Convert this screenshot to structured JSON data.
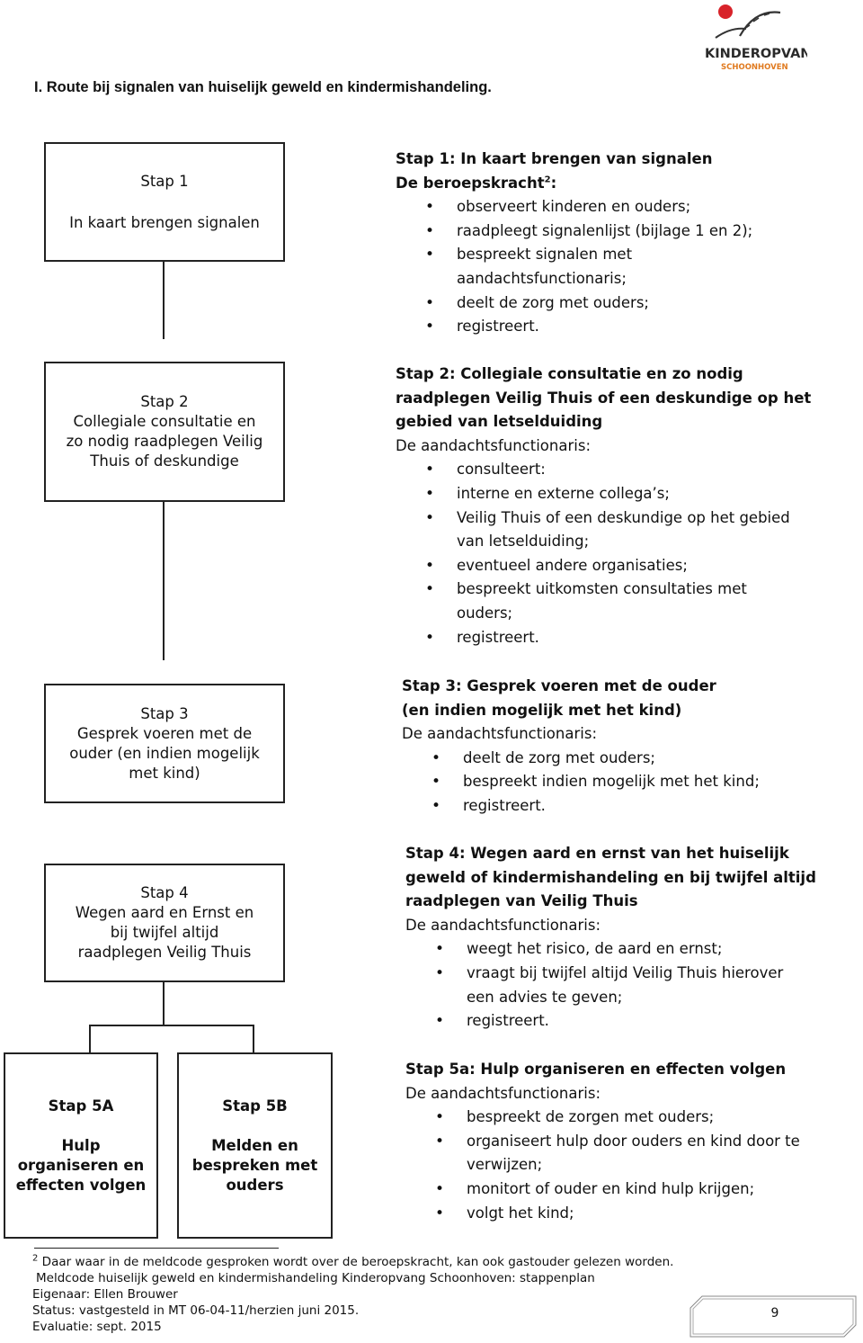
{
  "logo": {
    "name": "KINDEROPVANG",
    "sub": "SCHOONHOVEN"
  },
  "title": "I. Route bij signalen van huiselijk geweld en kindermishandeling.",
  "boxes": {
    "stap1": {
      "label": "Stap 1",
      "text": "In kaart brengen signalen"
    },
    "stap2": {
      "label": "Stap 2",
      "line1": "Collegiale consultatie en",
      "line2": "zo nodig raadplegen Veilig",
      "line3": "Thuis  of deskundige"
    },
    "stap3": {
      "label": "Stap 3",
      "line1": "Gesprek voeren met de",
      "line2": "ouder (en indien mogelijk",
      "line3": "met kind)"
    },
    "stap4": {
      "label": "Stap 4",
      "line1": "Wegen aard en Ernst en",
      "line2": "bij twijfel altijd",
      "line3": "raadplegen Veilig Thuis"
    },
    "stap5a": {
      "label": "Stap 5A",
      "line1": "Hulp",
      "line2": "organiseren en",
      "line3": "effecten volgen"
    },
    "stap5b": {
      "label": "Stap 5B",
      "line1": "Melden en",
      "line2": "bespreken met",
      "line3": "ouders"
    }
  },
  "steps": {
    "s1": {
      "heading": "Stap 1: In kaart brengen van signalen",
      "lead": "De beroepskracht",
      "lead_sup": "2",
      "lead_suffix": ":",
      "items": [
        "observeert kinderen en ouders;",
        "raadpleegt signalenlijst (bijlage 1 en 2);",
        "bespreekt signalen met aandachtsfunctionaris;",
        "deelt de zorg met ouders;",
        "registreert."
      ]
    },
    "s2": {
      "heading1": "Stap 2: Collegiale consultatie en zo nodig",
      "heading2": "raadplegen Veilig Thuis of een deskundige op het",
      "heading3": "gebied van letselduiding",
      "lead": "De aandachtsfunctionaris:",
      "items": [
        "consulteert:",
        "interne en externe collega’s;",
        "Veilig Thuis of een deskundige op het gebied van letselduiding;",
        "eventueel andere organisaties;",
        "bespreekt uitkomsten consultaties met ouders;",
        "registreert."
      ]
    },
    "s3": {
      "heading1": "Stap 3: Gesprek voeren met de ouder",
      "heading2": "(en indien mogelijk met het kind)",
      "lead": "De aandachtsfunctionaris:",
      "items": [
        "deelt de zorg met ouders;",
        "bespreekt indien mogelijk met het kind;",
        "registreert."
      ]
    },
    "s4": {
      "heading1": "Stap 4: Wegen aard en ernst van het huiselijk",
      "heading2": "geweld of kindermishandeling en bij twijfel altijd",
      "heading3": "raadplegen van Veilig Thuis",
      "lead": "De aandachtsfunctionaris:",
      "items": [
        "weegt het risico, de aard en ernst;",
        "vraagt bij twijfel altijd Veilig Thuis hierover een advies te geven;",
        "registreert."
      ]
    },
    "s5a": {
      "heading": "Stap 5a: Hulp organiseren en effecten volgen",
      "lead": "De aandachtsfunctionaris:",
      "items": [
        "bespreekt de zorgen met ouders;",
        "organiseert hulp door ouders en kind door te verwijzen;",
        "monitort of ouder en kind hulp krijgen;",
        "volgt het kind;"
      ]
    }
  },
  "footer": {
    "footnote_mark": "2",
    "footnote": "Daar waar in de meldcode gesproken wordt over de beroepskracht, kan ook gastouder gelezen worden.",
    "doc_name": "Meldcode huiselijk geweld en kindermishandeling Kinderopvang Schoonhoven: stappenplan",
    "owner": "Eigenaar: Ellen Brouwer",
    "status": "Status: vastgesteld in MT 06-04-11/herzien juni 2015.",
    "evaluation": "Evaluatie: sept. 2015",
    "page_number": "9"
  }
}
